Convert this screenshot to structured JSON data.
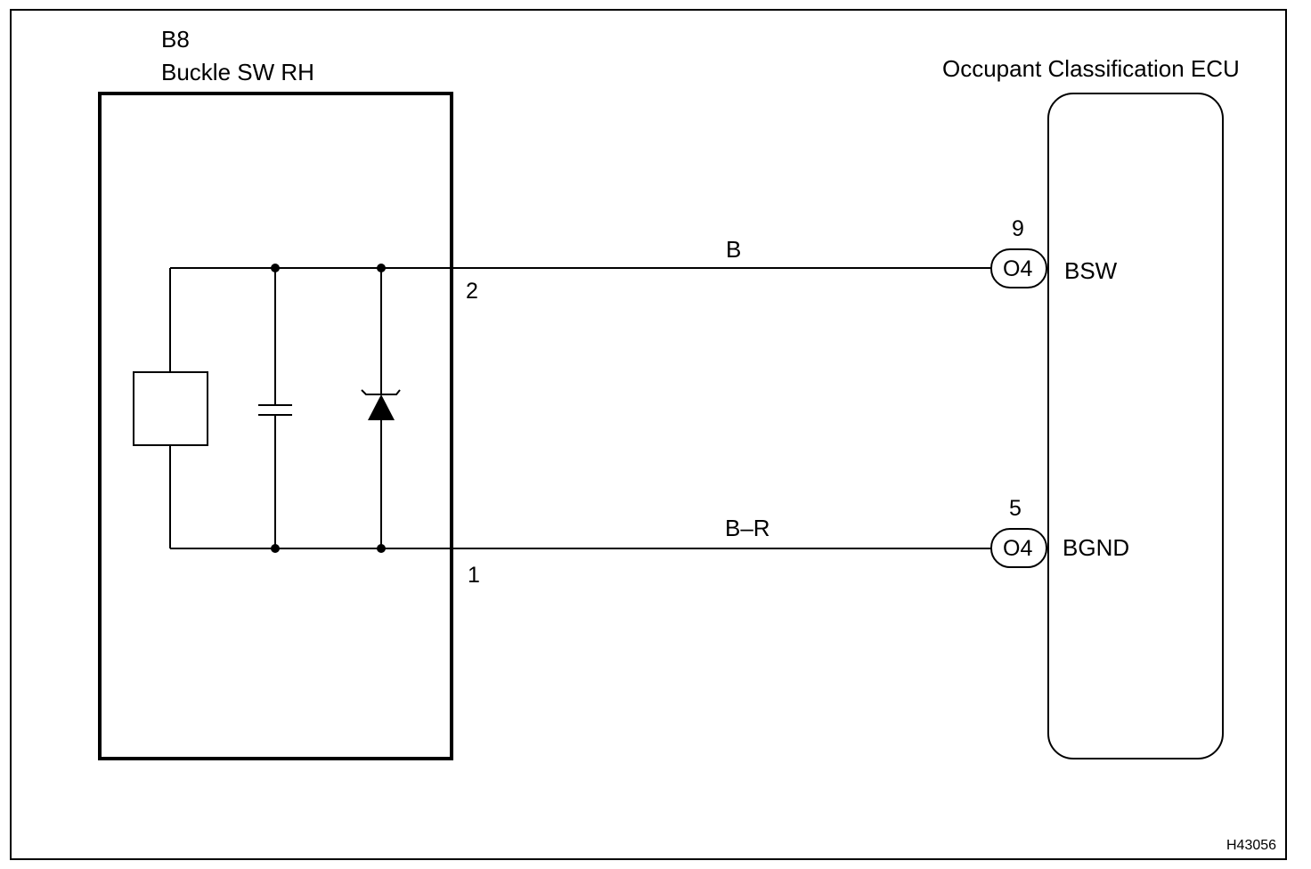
{
  "component_left": {
    "code": "B8",
    "name": "Buckle SW RH",
    "pin_top": "2",
    "pin_bottom": "1"
  },
  "component_right": {
    "name": "Occupant Classification ECU"
  },
  "wires": [
    {
      "color": "B",
      "connector": "O4",
      "ecu_pin": "9",
      "terminal": "BSW"
    },
    {
      "color": "B–R",
      "connector": "O4",
      "ecu_pin": "5",
      "terminal": "BGND"
    }
  ],
  "figure_code": "H43056"
}
